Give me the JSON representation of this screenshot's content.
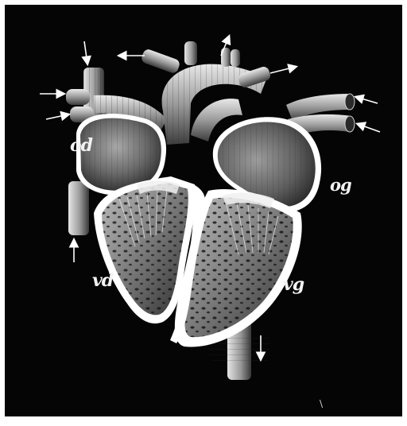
{
  "figure": {
    "labels": {
      "right_atrium": "od",
      "left_atrium": "og",
      "right_ventricle": "vd",
      "left_ventricle": "vg"
    },
    "plate_mark": "\\",
    "colors": {
      "background": "#050505",
      "frame": "#ffffff",
      "septum": "#ffffff",
      "tissue_light": "#d9d9d9",
      "tissue_mid": "#8c8c8c",
      "tissue_dark": "#3a3a3a"
    }
  }
}
